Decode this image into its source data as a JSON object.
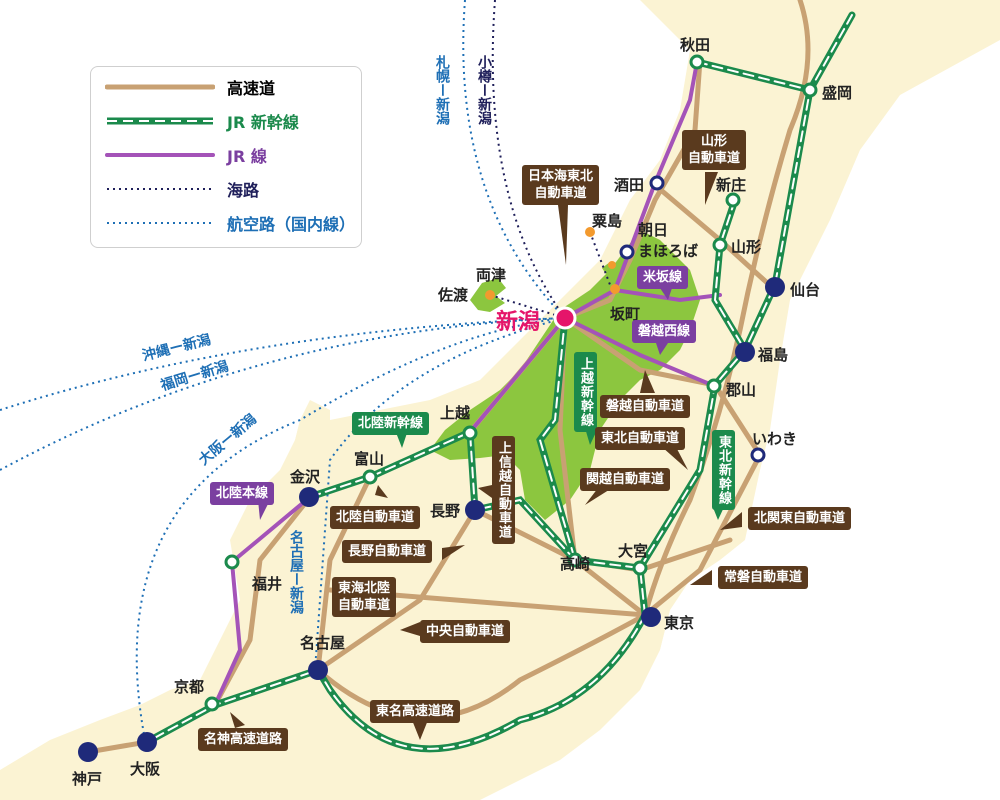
{
  "legend": {
    "expressway": "高速道",
    "shinkansen": "JR 新幹線",
    "jr_line": "JR 線",
    "sea_route": "海路",
    "air_route": "航空路（国内線）"
  },
  "colors": {
    "expressway": "#c8a173",
    "shinkansen": "#1b8a4c",
    "jr": "#a453b8",
    "sea": "#1f1f5a",
    "air": "#1e6fb5",
    "land": "#fbf3d3",
    "niigata_area": "#8cc63f",
    "niigata_marker": "#e5156a",
    "major_station": "#1f2a7a"
  },
  "stations": {
    "niigata": "新潟",
    "akita": "秋田",
    "morioka": "盛岡",
    "sakata": "酒田",
    "shinjo": "新庄",
    "asahi_mahoroba": "朝日\nまほろば",
    "yamagata": "山形",
    "sendai": "仙台",
    "fukushima": "福島",
    "koriyama": "郡山",
    "iwaki": "いわき",
    "sakamachi": "坂町",
    "awashima": "粟島",
    "sado": "佐渡",
    "ryotsu": "両津",
    "joetsu": "上越",
    "toyama": "富山",
    "kanazawa": "金沢",
    "nagano": "長野",
    "takasaki": "高崎",
    "omiya": "大宮",
    "tokyo": "東京",
    "fukui": "福井",
    "nagoya": "名古屋",
    "kyoto": "京都",
    "osaka": "大阪",
    "kobe": "神戸"
  },
  "route_labels": {
    "sapporo_niigata": "札幌ー新潟",
    "otaru_niigata": "小樽ー新潟",
    "okinawa_niigata": "沖縄ー新潟",
    "fukuoka_niigata": "福岡ー新潟",
    "osaka_niigata": "大阪ー新潟",
    "nagoya_niigata": "名古屋ー新潟"
  },
  "tags": {
    "nihonkai_tohoku": "日本海東北\n自動車道",
    "yamagata_exp": "山形\n自動車道",
    "yonesaka": "米坂線",
    "banetsu_west": "磐越西線",
    "joetsu_shinkansen": "上越新幹線",
    "banetsu_exp": "磐越自動車道",
    "tohoku_exp": "東北自動車道",
    "hokuriku_shinkansen": "北陸新幹線",
    "joshinetsu": "上信越自動車道",
    "kanetsu": "関越自動車道",
    "tohoku_shinkansen": "東北新幹線",
    "hokuriku_line": "北陸本線",
    "hokuriku_exp": "北陸自動車道",
    "kitakanto": "北関東自動車道",
    "nagano_exp": "長野自動車道",
    "joban": "常磐自動車道",
    "tokai_hokuriku": "東海北陸\n自動車道",
    "chuo": "中央自動車道",
    "tomei": "東名高速道路",
    "meishin": "名神高速道路"
  }
}
